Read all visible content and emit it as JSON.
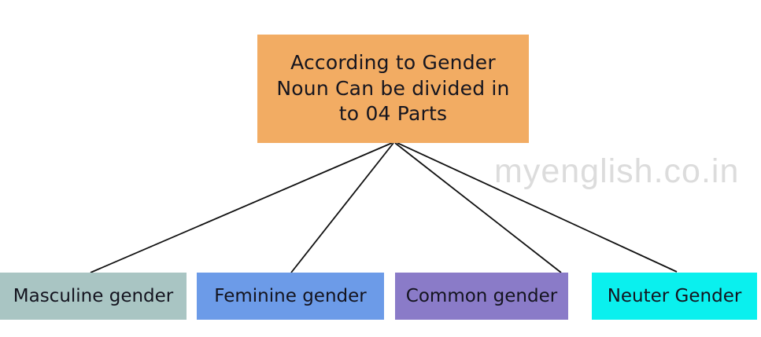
{
  "diagram": {
    "root": {
      "line1": "According to Gender",
      "line2": "Noun Can be divided in",
      "line3": "to 04 Parts",
      "bg": "#F2AC63"
    },
    "children": [
      {
        "label": "Masculine gender",
        "bg": "#A9C5C3"
      },
      {
        "label": "Feminine gender",
        "bg": "#6C9BE8"
      },
      {
        "label": "Common gender",
        "bg": "#8A7BC8"
      },
      {
        "label": "Neuter Gender",
        "bg": "#0AF0EE"
      }
    ],
    "watermark": "myenglish.co.in",
    "colors": {
      "connector": "#101010",
      "text": "#14141f",
      "watermark_text": "#dcdcdc",
      "background": "#ffffff"
    }
  }
}
